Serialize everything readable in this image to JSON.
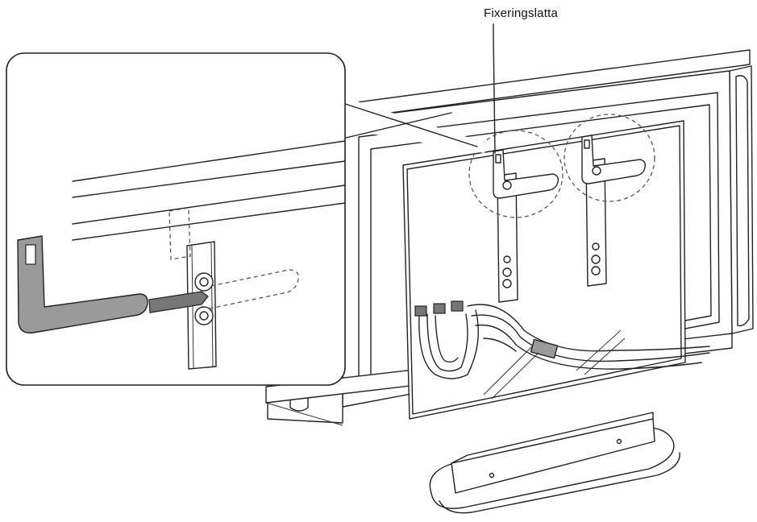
{
  "callout": {
    "label": "Fixeringslatta",
    "icon": "leader-line-icon"
  },
  "illustration": {
    "subject": "tv-back-view-with-stand",
    "zoom_inset": "bracket-detail-inset"
  }
}
